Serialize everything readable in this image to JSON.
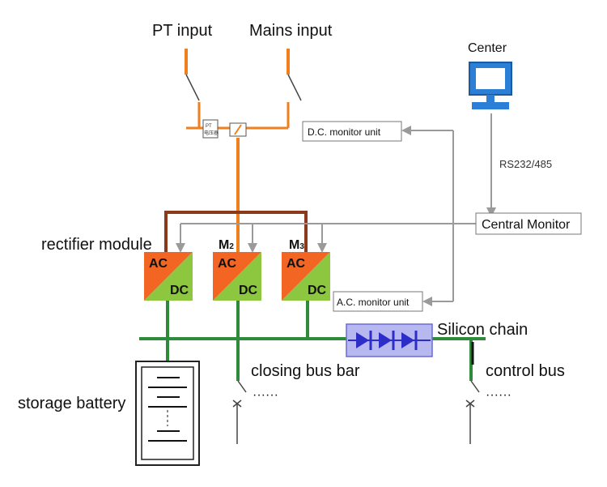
{
  "labels": {
    "pt_input": "PT input",
    "mains_input": "Mains input",
    "center": "Center",
    "dc_monitor": "D.C. monitor unit",
    "rs": "RS232/485",
    "central_monitor": "Central Monitor",
    "rectifier_module": "rectifier module",
    "ac_monitor": "A.C. monitor unit",
    "silicon_chain": "Silicon chain",
    "closing_bus": "closing bus bar",
    "control_bus": "control bus",
    "storage_battery": "storage battery",
    "dots": "······",
    "pt_box": "PT",
    "pt_box_sub": "电压器"
  },
  "modules": [
    {
      "tag": "",
      "ac": "AC",
      "dc": "DC"
    },
    {
      "tag": "M",
      "sub": "2",
      "ac": "AC",
      "dc": "DC"
    },
    {
      "tag": "M",
      "sub": "3",
      "ac": "AC",
      "dc": "DC"
    }
  ],
  "colors": {
    "ac_fill": "#f26522",
    "dc_fill": "#8dc63f",
    "bus": "#2f8a3a",
    "ac_feed": "#f07f1e",
    "ac_loop": "#8a3a1a",
    "diode_box": "#b8b8f0",
    "diode": "#2d2dc8",
    "monitor_screen": "#2b7fd6"
  }
}
